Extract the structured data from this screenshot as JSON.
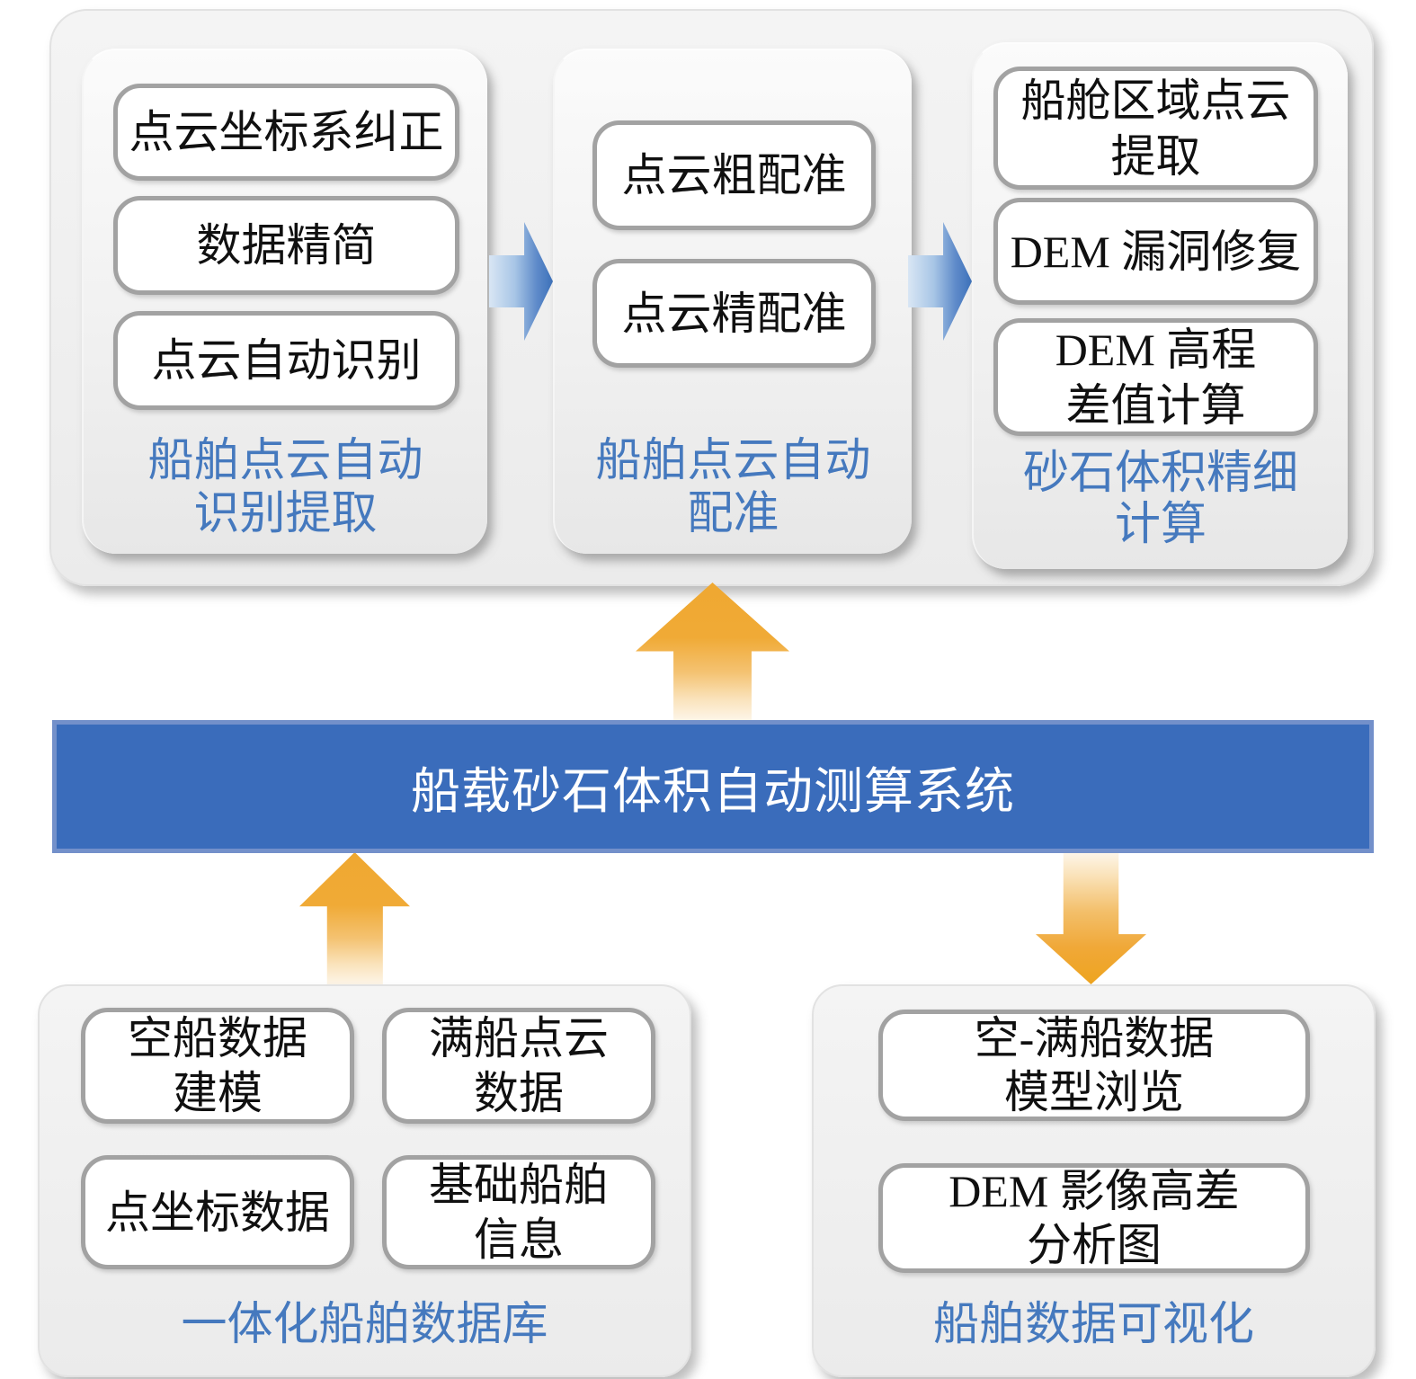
{
  "banner": {
    "title": "船载砂石体积自动测算系统"
  },
  "top_section": {
    "panels": [
      {
        "boxes": [
          {
            "lines": [
              "点云坐标系纠正"
            ]
          },
          {
            "lines": [
              "数据精简"
            ]
          },
          {
            "lines": [
              "点云自动识别"
            ]
          }
        ],
        "label_lines": [
          "船舶点云自动",
          "识别提取"
        ]
      },
      {
        "boxes": [
          {
            "lines": [
              "点云粗配准"
            ]
          },
          {
            "lines": [
              "点云精配准"
            ]
          }
        ],
        "label_lines": [
          "船舶点云自动",
          "配准"
        ]
      },
      {
        "boxes": [
          {
            "lines": [
              "船舱区域点云",
              "提取"
            ]
          },
          {
            "lines": [
              "DEM 漏洞修复"
            ]
          },
          {
            "lines": [
              "DEM 高程",
              "差值计算"
            ]
          }
        ],
        "label_lines": [
          "砂石体积精细",
          "计算"
        ]
      }
    ]
  },
  "bottom_left": {
    "boxes": [
      {
        "lines": [
          "空船数据",
          "建模"
        ]
      },
      {
        "lines": [
          "满船点云",
          "数据"
        ]
      },
      {
        "lines": [
          "点坐标数据"
        ]
      },
      {
        "lines": [
          "基础船舶",
          "信息"
        ]
      }
    ],
    "label": "一体化船舶数据库"
  },
  "bottom_right": {
    "boxes": [
      {
        "lines": [
          "空-满船数据",
          "模型浏览"
        ]
      },
      {
        "lines": [
          "DEM 影像高差",
          "分析图"
        ]
      }
    ],
    "label": "船舶数据可视化"
  },
  "colors": {
    "banner_blue": "#3a6cbb",
    "banner_border_blue": "#7390ca",
    "caption_blue": "#4579be",
    "flow_arrow_blue": "#3d72bb",
    "flow_arrow_blue_light": "#d9e6f4",
    "transfer_arrow_orange": "#efa831",
    "transfer_arrow_orange_light": "#fdf5e8",
    "box_border_gray": "#a2a2a2",
    "container_gray": "#efefef"
  }
}
